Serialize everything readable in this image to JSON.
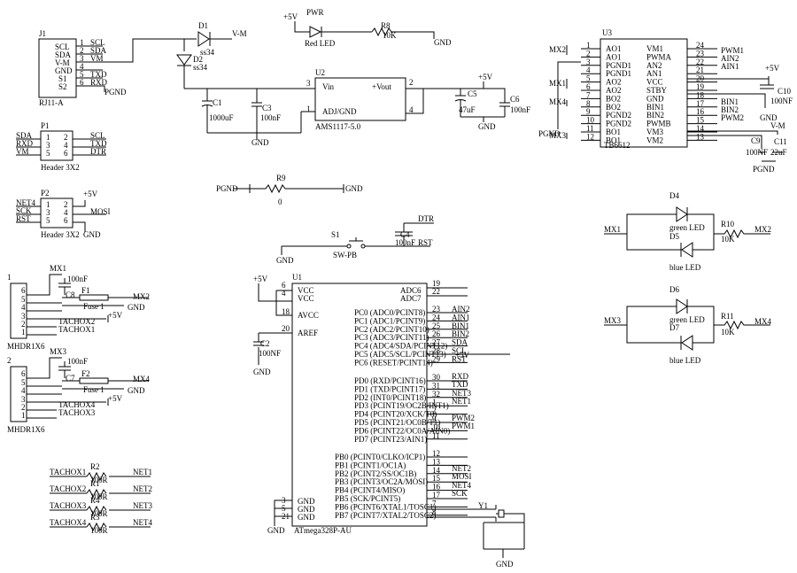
{
  "labels": {
    "sheet": {
      "rj11": [
        "J1",
        "SCL",
        "SDA",
        "V-M",
        "GND",
        "S1",
        "S2",
        "RJ11-A"
      ],
      "rj11_net": [
        "SCL",
        "SDA",
        "VM",
        "TXD",
        "RXD",
        "PGND"
      ],
      "rj11_pins": [
        "1",
        "2",
        "3",
        "4",
        "5",
        "6"
      ],
      "d1": [
        "D1",
        "ss34",
        "V-M",
        "D2",
        "ss34"
      ],
      "pwr": [
        "+5V",
        "PWR",
        "Red LED",
        "R8",
        "10K",
        "GND"
      ],
      "u2": [
        "U2",
        "Vin",
        "+Vout",
        "ADJ/GND",
        "AMS1117-5.0",
        "3",
        "2",
        "1",
        "4"
      ],
      "caps": [
        "C1",
        "1000uF",
        "C3",
        "100nF",
        "GND",
        "C5",
        "47uF",
        "C6",
        "100nF",
        "+5V",
        "GND"
      ],
      "u3": [
        "U3",
        "AO1",
        "AO1",
        "PGND1",
        "PGND1",
        "AO2",
        "AO2",
        "BO2",
        "BO2",
        "PGND2",
        "PGND2",
        "BO1",
        "BO1",
        "VM1",
        "PWMA",
        "AN2",
        "AN1",
        "VCC",
        "STBY",
        "GND",
        "BIN1",
        "BIN2",
        "PWMB",
        "VM3",
        "VM2",
        "TB6612"
      ],
      "u3_pinsL": [
        "1",
        "2",
        "3",
        "4",
        "5",
        "6",
        "7",
        "8",
        "9",
        "10",
        "11",
        "12"
      ],
      "u3_pinsR": [
        "24",
        "23",
        "22",
        "21",
        "20",
        "19",
        "18",
        "17",
        "16",
        "15",
        "14",
        "13"
      ],
      "u3_netL": [
        "MX2",
        "MX1",
        "MX4",
        "MX3",
        "PGND"
      ],
      "u3_netR": [
        "PWM1",
        "AIN2",
        "AIN1",
        "+5V",
        "C10",
        "100NF",
        "GND",
        "BIN1",
        "BIN2",
        "PWM2",
        "V-M",
        "C9",
        "100NF",
        "C11",
        "22uF",
        "PGND"
      ],
      "p1": [
        "P1",
        "SDA",
        "RXD",
        "VM",
        "SCL",
        "TXD",
        "DTR",
        "Header 3X2",
        "1",
        "2",
        "3",
        "4",
        "5",
        "6"
      ],
      "p2": [
        "P2",
        "NET4",
        "SCK",
        "RST",
        "+5V",
        "MOSI",
        "GND",
        "Header 3X2",
        "1",
        "2",
        "3",
        "4",
        "5",
        "6"
      ],
      "r9": [
        "PGND",
        "R9",
        "0",
        "GND"
      ],
      "s1": [
        "DTR",
        "C4",
        "100nF",
        "RST",
        "S1",
        "SW-PB",
        "GND"
      ],
      "led1": [
        "D4",
        "green LED",
        "D5",
        "blue LED",
        "MX1",
        "R10",
        "10K",
        "MX2"
      ],
      "led2": [
        "D6",
        "green LED",
        "D7",
        "blue LED",
        "MX3",
        "R11",
        "10K",
        "MX4"
      ],
      "mhdr1": [
        "1",
        "MX1",
        "100nF",
        "F1",
        "C8",
        "MX2",
        "Fuse 1",
        "GND",
        "+5V",
        "TACHOX2",
        "TACHOX1",
        "MHDR1X6",
        "6",
        "5",
        "4",
        "3",
        "2",
        "1"
      ],
      "mhdr2": [
        "2",
        "MX3",
        "100nF",
        "F2",
        "C7",
        "MX4",
        "Fuse 1",
        "GND",
        "+5V",
        "TACHOX4",
        "TACHOX3",
        "MHDR1X6",
        "6",
        "5",
        "4",
        "3",
        "2",
        "1"
      ],
      "u1": [
        "U1",
        "VCC",
        "VCC",
        "AVCC",
        "AREF",
        "GND",
        "GND",
        "GND",
        "ATmega328P-AU",
        "+5V",
        "C2",
        "100NF",
        "GND",
        "ADC6",
        "ADC7"
      ],
      "u1_pc": [
        "PC0 (ADC0/PCINT8)",
        "PC1 (ADC1/PCINT9)",
        "PC2 (ADC2/PCINT10)",
        "PC3 (ADC3/PCINT11)",
        "PC4 (ADC4/SDA/PCINT12)",
        "PC5 (ADC5/SCL/PCINT13)",
        "PC6 (RESET/PCINT14)"
      ],
      "u1_pd": [
        "PD0 (RXD/PCINT16)",
        "PD1 (TXD/PCINT17)",
        "PD2 (INT0/PCINT18)",
        "PD3 (PCINT19/OC2B/INT1)",
        "PD4 (PCINT20/XCK/T0)",
        "PD5 (PCINT21/OC0B/T1)",
        "PD6 (PCINT22/OC0A/AIN0)",
        "PD7 (PCINT23/AIN1)"
      ],
      "u1_pb": [
        "PB0 (PCINT0/CLKO/ICP1)",
        "PB1 (PCINT1/OC1A)",
        "PB2 (PCINT2/SS/OC1B)",
        "PB3 (PCINT3/OC2A/MOSI)",
        "PB4 (PCINT4/MISO)",
        "PB5 (SCK/PCINT5)",
        "PB6 (PCINT6/XTAL1/TOSC1)",
        "PB7 (PCINT7/XTAL2/TOSC2)"
      ],
      "u1_pins": [
        "19",
        "22",
        "23",
        "24",
        "25",
        "26",
        "27",
        "28",
        "29",
        "30",
        "31",
        "32",
        "1",
        "2",
        "9",
        "10",
        "11",
        "12",
        "13",
        "14",
        "15",
        "16",
        "17",
        "7",
        "8",
        "6",
        "4",
        "18",
        "20",
        "3",
        "5",
        "21"
      ],
      "u1_nets": [
        "AIN2",
        "AIN1",
        "BIN1",
        "BIN2",
        "SDA",
        "SCL",
        "RST",
        "+5V",
        "RXD",
        "TXD",
        "NET3",
        "NET1",
        "PWM2",
        "PWM1",
        "NET2",
        "MOSI",
        "NET4",
        "SCK",
        "Y1",
        "GND"
      ],
      "tacho": [
        "TACHOX1",
        "R2",
        "100R",
        "NET1",
        "TACHOX2",
        "R1",
        "100R",
        "NET2",
        "TACHOX3",
        "R4",
        "100R",
        "NET3",
        "TACHOX4",
        "R3",
        "100R",
        "NET4"
      ]
    }
  }
}
